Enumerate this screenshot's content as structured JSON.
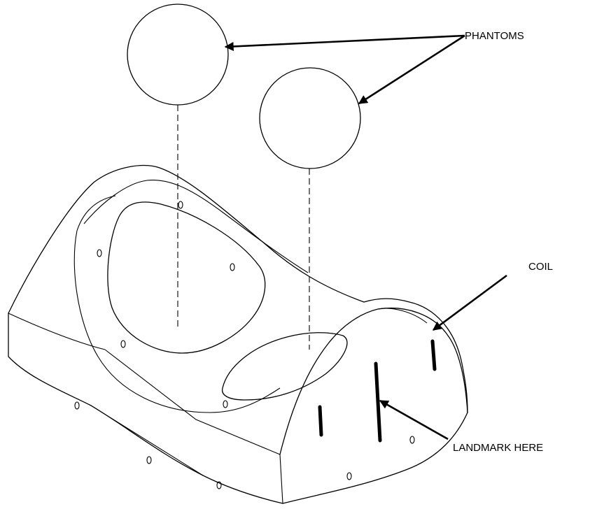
{
  "labels": {
    "phantoms": "PHANTOMS",
    "coil": "COIL",
    "landmark": "LANDMARK HERE"
  },
  "colors": {
    "stroke": "#000000",
    "background": "#ffffff"
  }
}
